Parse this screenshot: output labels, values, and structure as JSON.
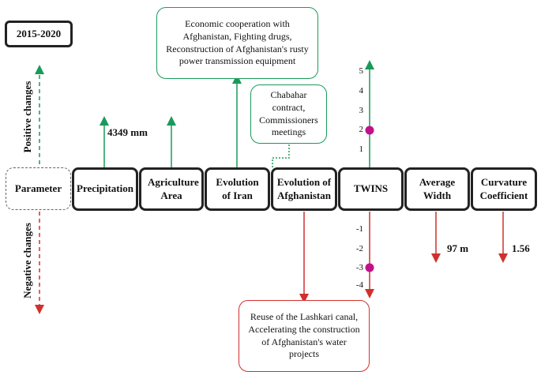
{
  "period": "2015-2020",
  "axis_labels": {
    "positive": "Positive changes",
    "negative": "Negative changes"
  },
  "parameters": [
    "Parameter",
    "Precipitation",
    "Agriculture Area",
    "Evolution of Iran",
    "Evolution of Afghanistan",
    "TWINS",
    "Average Width",
    "Curvature Coefficient"
  ],
  "values": {
    "precipitation": "4349 mm",
    "average_width": "97 m",
    "curvature": "1.56"
  },
  "notes": {
    "iran": "Economic cooperation with Afghanistan, Fighting drugs, Reconstruction of Afghanistan's rusty power transmission equipment",
    "chabahar": "Chabahar contract, Commissioners meetings",
    "afghanistan": "Reuse of the Lashkari canal, Accelerating the construction of Afghanistan's water projects"
  },
  "twins_scale": {
    "positive_ticks": [
      "5",
      "4",
      "3",
      "2",
      "1"
    ],
    "negative_ticks": [
      "-1",
      "-2",
      "-3",
      "-4"
    ],
    "positive_value": 2,
    "negative_value": -3
  },
  "colors": {
    "positive": "#1a9a5a",
    "negative": "#d0312d",
    "marker": "#c0118a"
  }
}
